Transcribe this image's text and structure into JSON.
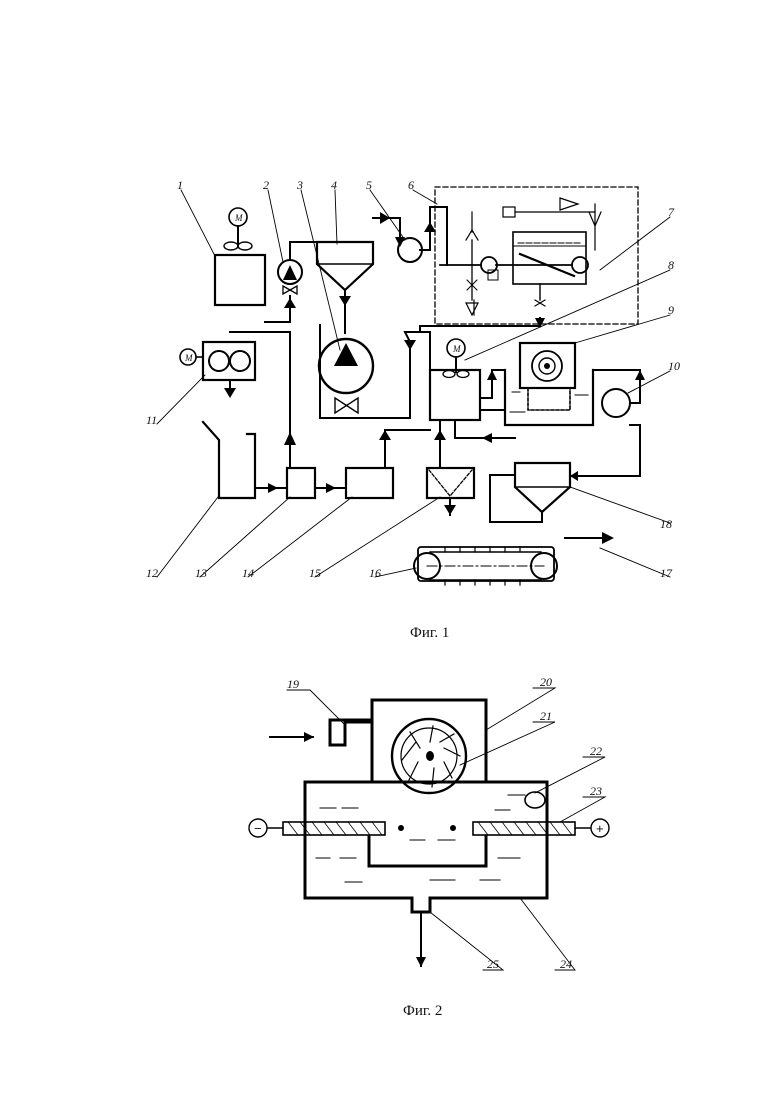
{
  "figures": [
    {
      "caption": "Фиг. 1"
    },
    {
      "caption": "Фиг. 2"
    }
  ],
  "fig1_labels": [
    "1",
    "2",
    "3",
    "4",
    "5",
    "6",
    "7",
    "8",
    "9",
    "10",
    "11",
    "12",
    "13",
    "14",
    "15",
    "16",
    "17",
    "18"
  ],
  "fig2_labels": [
    "19",
    "20",
    "21",
    "22",
    "23",
    "24",
    "25"
  ],
  "motor_symbol": "M",
  "polarity": {
    "negative": "−",
    "positive": "+"
  }
}
